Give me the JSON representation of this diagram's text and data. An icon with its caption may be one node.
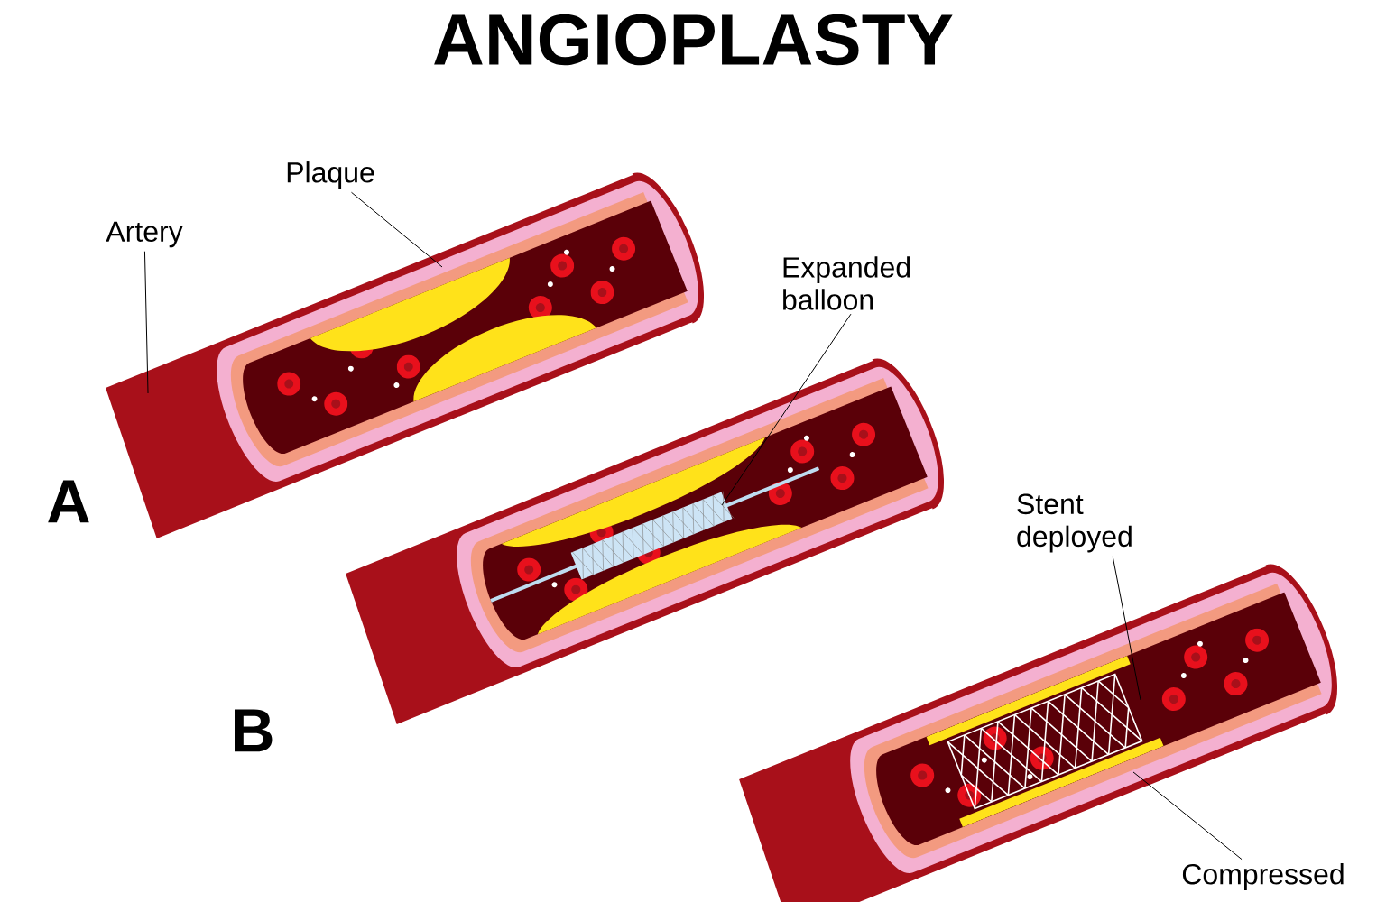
{
  "diagram": {
    "title": "ANGIOPLASTY",
    "nodes": [
      {
        "text": [
          "Artery"
        ]
      },
      {
        "text": [
          "Plaque"
        ]
      },
      {
        "text": [
          "Expanded balloon"
        ]
      },
      {
        "text": [
          "Stent deployed"
        ]
      },
      {
        "text": [
          "Compressed"
        ]
      }
    ],
    "edges": [
      {
        "from": 0,
        "to": null,
        "arrow": "none"
      },
      {
        "from": 1,
        "to": null,
        "arrow": "none"
      },
      {
        "from": 2,
        "to": null,
        "arrow": "none"
      },
      {
        "from": 3,
        "to": null,
        "arrow": "none"
      },
      {
        "from": 4,
        "to": null,
        "arrow": "none"
      }
    ],
    "labels": [
      "A",
      "B"
    ]
  }
}
